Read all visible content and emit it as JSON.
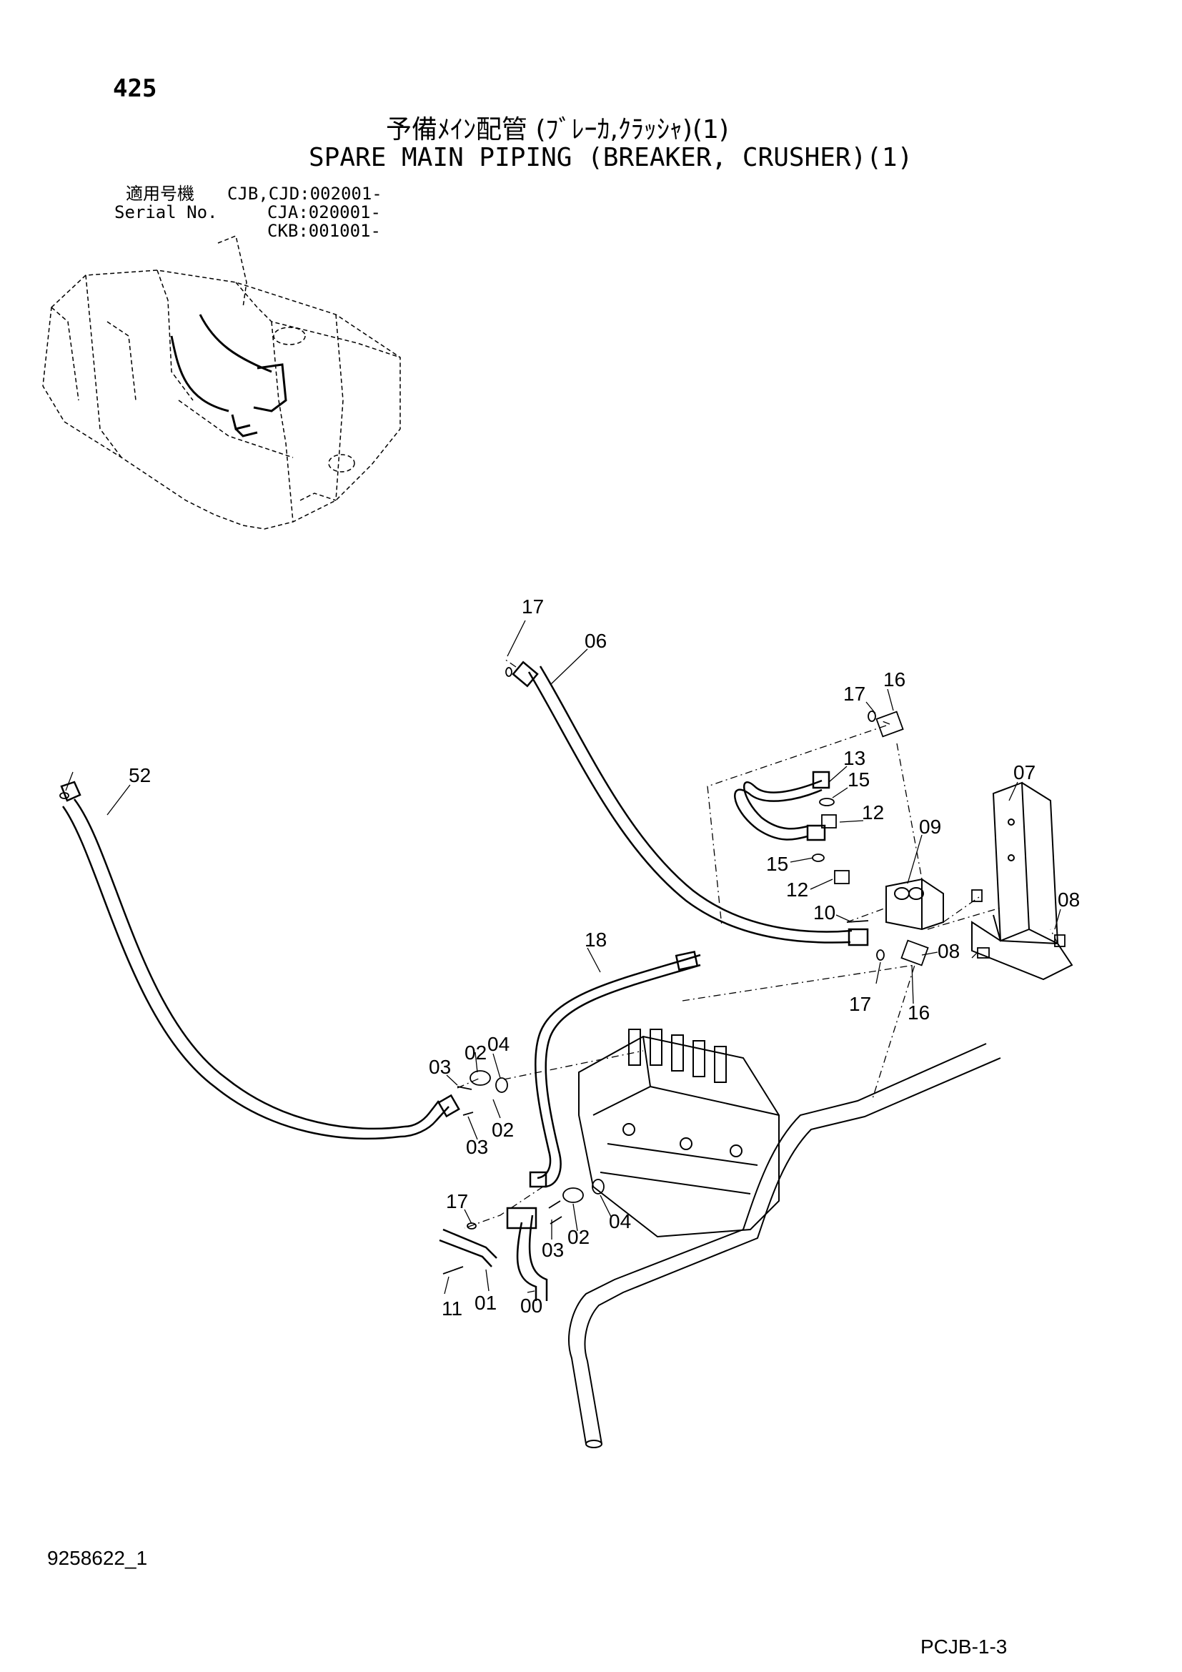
{
  "header": {
    "page_number": "425",
    "title_jp": "予備ﾒｲﾝ配管 (ﾌﾞﾚｰｶ,ｸﾗｯｼｬ)(1)",
    "title_en": "SPARE MAIN PIPING (BREAKER, CRUSHER)(1)"
  },
  "serial": {
    "label_jp": "適用号機",
    "label_en": "Serial No.",
    "entries": [
      "CJB,CJD:002001-",
      "CJA:020001-",
      "CKB:001001-"
    ]
  },
  "callouts": [
    "17",
    "06",
    "17",
    "16",
    "52",
    "13",
    "15",
    "07",
    "12",
    "09",
    "15",
    "12",
    "08",
    "10",
    "18",
    "08",
    "17",
    "16",
    "04",
    "02",
    "03",
    "02",
    "03",
    "17",
    "04",
    "03",
    "02",
    "11",
    "01",
    "00"
  ],
  "footer": {
    "doc_id": "9258622_1",
    "page_code": "PCJB-1-3"
  }
}
